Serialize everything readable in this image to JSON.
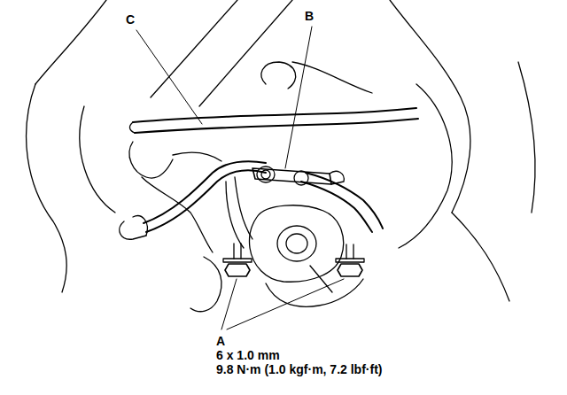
{
  "diagram": {
    "labels": [
      "C",
      "B",
      "A",
      "6 x 1.0 mm",
      "9.8 N·m (1.0 kgf·m, 7.2 lbf·ft)"
    ]
  }
}
